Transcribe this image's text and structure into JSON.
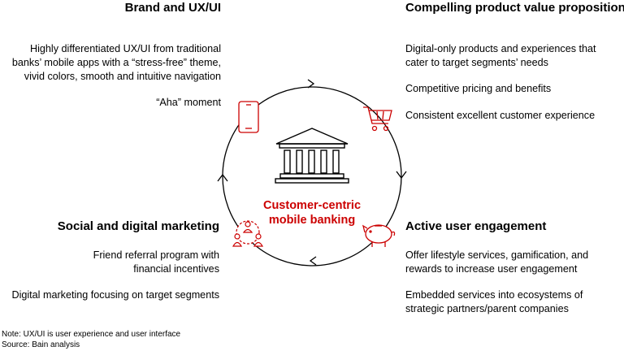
{
  "center": {
    "line1": "Customer-centric",
    "line2": "mobile banking"
  },
  "brand": {
    "title": "Brand and UX/UI",
    "lines": [
      "Highly differentiated UX/UI from traditional",
      "banks’ mobile apps with a “stress-free” theme,",
      "vivid colors, smooth and intuitive navigation"
    ],
    "point2": "“Aha” moment"
  },
  "value": {
    "title": "Compelling product value proposition",
    "lines": [
      "Digital-only products and experiences that",
      "cater to target segments’ needs"
    ],
    "point2": "Competitive pricing and benefits",
    "point3": "Consistent excellent customer experience"
  },
  "social": {
    "title": "Social and digital marketing",
    "lines": [
      "Friend referral program with",
      "financial incentives"
    ],
    "point2": "Digital marketing focusing on target segments"
  },
  "engagement": {
    "title": "Active user engagement",
    "lines": [
      "Offer lifestyle services, gamification, and",
      "rewards to increase user engagement"
    ],
    "lines2": [
      "Embedded services into ecosystems of",
      "strategic partners/parent companies"
    ]
  },
  "footer": {
    "note": "Note: UX/UI is user experience and user interface",
    "source": "Source: Bain analysis"
  },
  "colors": {
    "accent": "#cc0000",
    "ring": "#000000",
    "bank": "#000000"
  },
  "icons": [
    "phone-icon",
    "shopping-cart-icon",
    "people-network-icon",
    "piggy-bank-icon",
    "bank-building-icon"
  ]
}
